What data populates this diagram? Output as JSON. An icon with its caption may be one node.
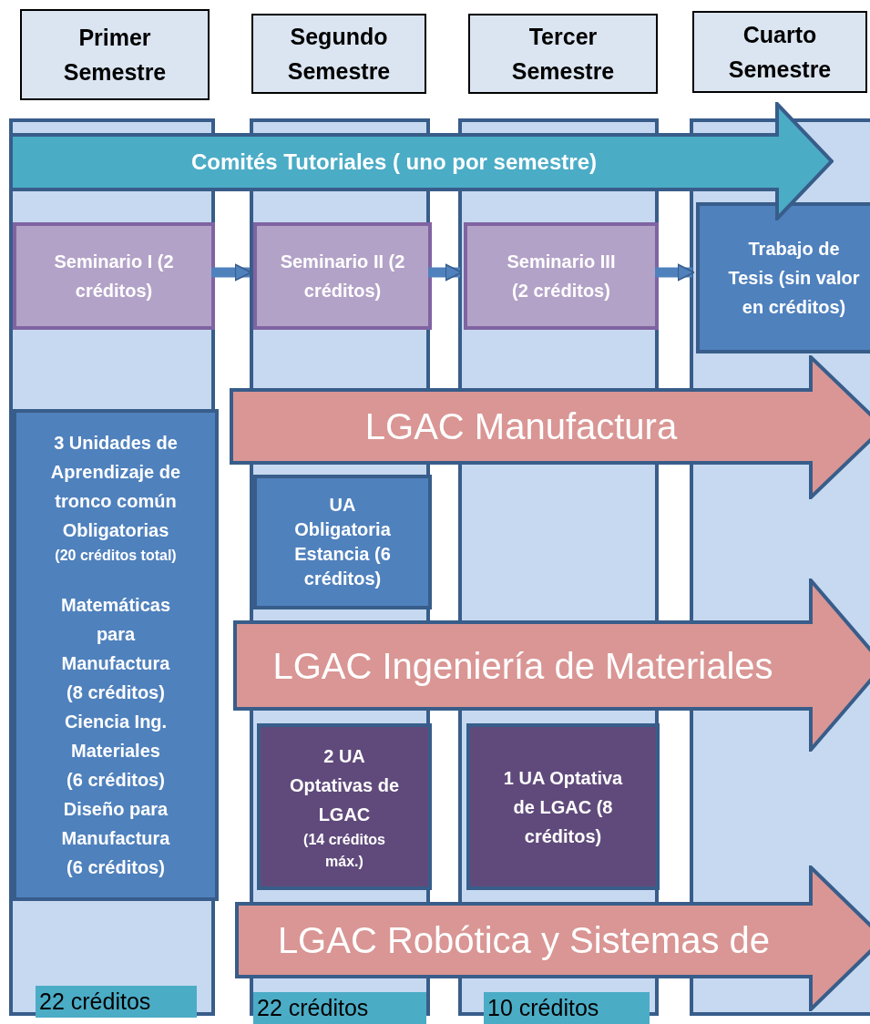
{
  "diagram": {
    "nodes": [
      {
        "text": [
          "Primer Semestre"
        ]
      },
      {
        "text": [
          "Segundo Semestre"
        ]
      },
      {
        "text": [
          "Tercer Semestre"
        ]
      },
      {
        "text": [
          "Cuarto Semestre"
        ]
      },
      {
        "text": [],
        "shape": "bar"
      },
      {
        "text": [],
        "shape": "bar"
      },
      {
        "text": [],
        "shape": "bar"
      },
      {
        "text": [],
        "shape": "bar"
      },
      {
        "text": [
          "Comités Tutoriales ( uno por semestre)"
        ]
      },
      {
        "text": [
          "Seminario I (2 créditos)"
        ],
        "in": 4
      },
      {
        "text": [
          "Seminario II (2 créditos)"
        ],
        "in": 5
      },
      {
        "text": [
          "Seminario III (2 créditos)"
        ],
        "in": 6
      },
      {
        "text": [
          "Trabajo de Tesis (sin valor en créditos)"
        ],
        "in": 7
      },
      {
        "text": [
          "LGAC Manufactura"
        ]
      },
      {
        "text": [
          "3 Unidades de Aprendizaje de tronco común Obligatorias",
          "(20 créditos total)",
          "Matemáticas para Manufactura",
          "(8 créditos)",
          "Ciencia  Ing. Materiales",
          "(6 créditos)",
          "Diseño para Manufactura",
          "(6 créditos)"
        ],
        "in": 4
      },
      {
        "text": [
          "UA Obligatoria Estancia (6 créditos)"
        ],
        "in": 5
      },
      {
        "text": [
          "LGAC Ingeniería de Materiales"
        ]
      },
      {
        "text": [
          "2 UA Optativas  de LGAC",
          "(14 créditos máx.)"
        ],
        "in": 5
      },
      {
        "text": [
          "1 UA Optativa de LGAC (8 créditos)"
        ],
        "in": 6
      },
      {
        "text": [
          "LGAC Robótica y Sistemas de"
        ]
      },
      {
        "text": [
          "22 créditos"
        ],
        "in": 4
      },
      {
        "text": [
          "22 créditos"
        ],
        "in": 5
      },
      {
        "text": [
          "10 créditos"
        ],
        "in": 6
      }
    ],
    "edges": [
      {
        "from": 9,
        "to": 10,
        "arrow": "to"
      },
      {
        "from": 10,
        "to": 11,
        "arrow": "to"
      },
      {
        "from": 11,
        "to": 12,
        "arrow": "to"
      }
    ]
  }
}
